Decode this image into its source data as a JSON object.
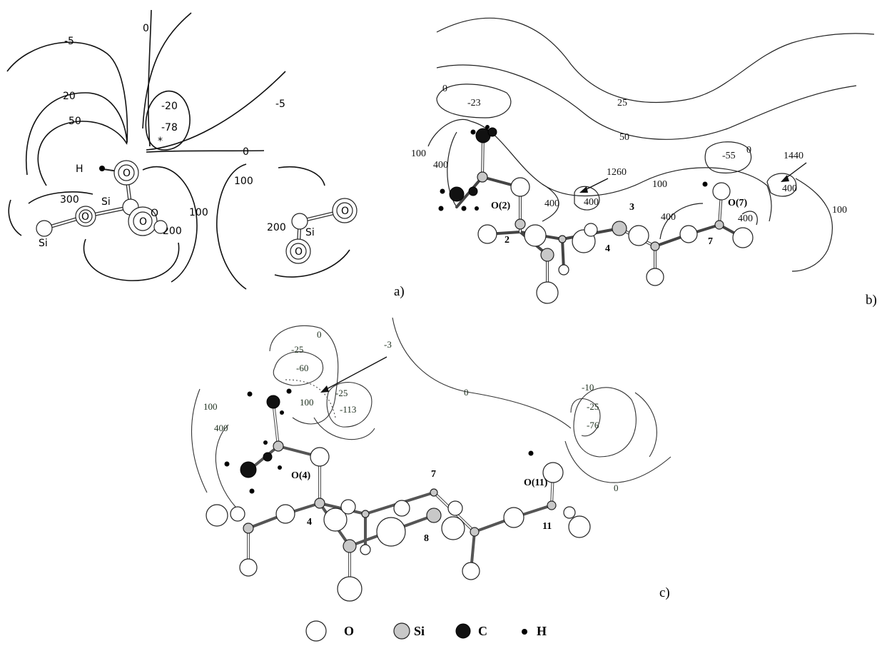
{
  "panels": {
    "a": {
      "label": "a)",
      "contour_labels": [
        "-5",
        "0",
        "20",
        "50",
        "-20",
        "-78",
        "-5",
        "0",
        "100",
        "300",
        "200",
        "100",
        "200"
      ],
      "atom_labels": [
        "H",
        "Si",
        "O",
        "O",
        "O",
        "Si",
        "O",
        "Si",
        "O",
        "O"
      ],
      "stars": [
        "*"
      ]
    },
    "b": {
      "label": "b)",
      "contour_labels": [
        "0",
        "-23",
        "25",
        "50",
        "100",
        "400",
        "1260",
        "400",
        "400",
        "100",
        "-55",
        "0",
        "1440",
        "400",
        "400",
        "400",
        "100"
      ],
      "atom_labels": [
        "O(2)",
        "2",
        "3",
        "4",
        "O(7)",
        "7"
      ]
    },
    "c": {
      "label": "c)",
      "contour_labels": [
        "0",
        "-25",
        "-60",
        "-3",
        "-25",
        "100",
        "-113",
        "100",
        "400",
        "0",
        "-10",
        "-25",
        "-76",
        "0"
      ],
      "atom_labels": [
        "O(4)",
        "4",
        "7",
        "8",
        "O(11)",
        "11"
      ]
    }
  },
  "legend": [
    {
      "symbol": "O",
      "label": "O"
    },
    {
      "symbol": "Si",
      "label": "Si"
    },
    {
      "symbol": "C",
      "label": "C"
    },
    {
      "symbol": "H",
      "label": "H"
    }
  ]
}
